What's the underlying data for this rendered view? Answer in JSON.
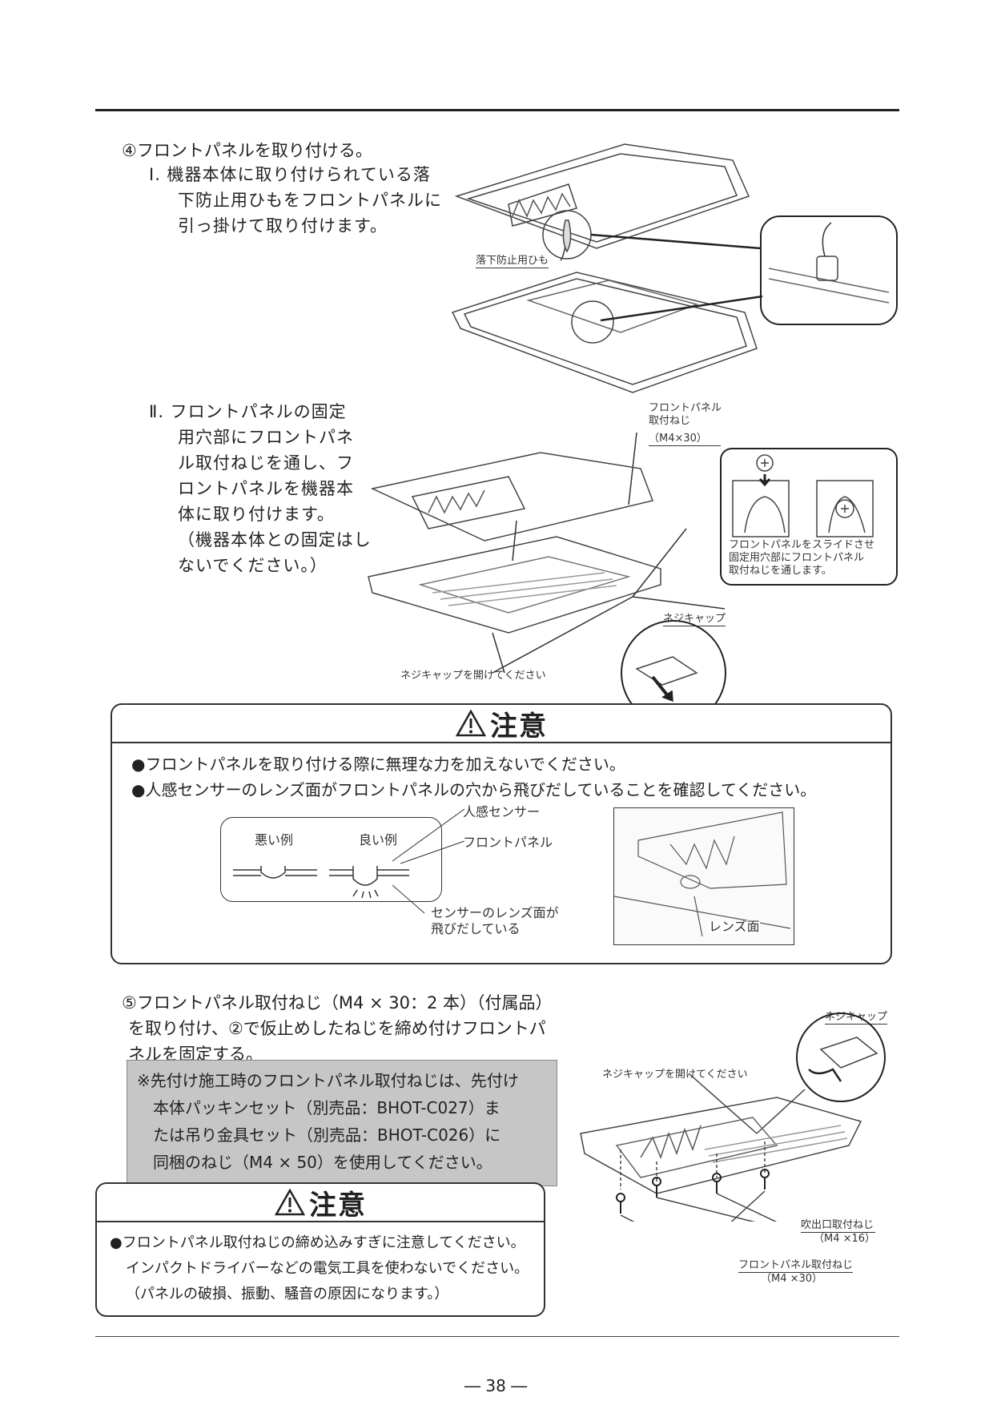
{
  "step4": {
    "title": "④フロントパネルを取り付ける。",
    "sub1": [
      "Ⅰ. 機器本体に取り付けられている落",
      "下防止用ひもをフロントパネルに",
      "引っ掛けて取り付けます。"
    ],
    "sub2": [
      "Ⅱ. フロントパネルの固定",
      "用穴部にフロントパネ",
      "ル取付ねじを通し、フ",
      "ロントパネルを機器本",
      "体に取り付けます。",
      "（機器本体との固定はし",
      "ないでください。）"
    ],
    "fig1_label": "落下防止用ひも",
    "fig2_screw_label": [
      "フロントパネル",
      "取付ねじ",
      "（M4×30）"
    ],
    "fig2_detail_caption": [
      "フロントパネルをスライドさせ",
      "固定用穴部にフロントパネル",
      "取付ねじを通します。"
    ],
    "fig2_cap_label": "ネジキャップ",
    "fig2_open_label": "ネジキャップを開けてください"
  },
  "caution1": {
    "title": "注意",
    "bullets": [
      "●フロントパネルを取り付ける際に無理な力を加えないでください。",
      "●人感センサーのレンズ面がフロントパネルの穴から飛びだしていることを確認してください。"
    ],
    "bad_example": "悪い例",
    "good_example": "良い例",
    "sensor_label": "人感センサー",
    "panel_label": "フロントパネル",
    "lens_note": [
      "センサーのレンズ面が",
      "飛びだしている"
    ],
    "lens_label": "レンズ面"
  },
  "step5": {
    "lines": [
      "⑤フロントパネル取付ねじ（M4 × 30：2 本）（付属品）",
      "を取り付け、②で仮止めしたねじを締め付けフロントパ",
      "ネルを固定する。"
    ],
    "note": [
      "※先付け施工時のフロントパネル取付ねじは、先付け",
      "本体パッキンセット（別売品：BHOT-C027）ま",
      "たは吊り金具セット（別売品：BHOT-C026）に",
      "同梱のねじ（M4 × 50）を使用してください。"
    ],
    "fig_cap_label": "ネジキャップ",
    "fig_open_label": "ネジキャップを開けてください",
    "outlet_screw": [
      "吹出口取付ねじ",
      "（M4 ×16）"
    ],
    "panel_screw": [
      "フロントパネル取付ねじ",
      "（M4 ×30）"
    ]
  },
  "caution2": {
    "title": "注意",
    "lines": [
      "●フロントパネル取付ねじの締め込みすぎに注意してください。",
      "インパクトドライバーなどの電気工具を使わないでください。",
      "（パネルの破損、振動、騒音の原因になります。）"
    ]
  },
  "page_number": "― 38 ―"
}
